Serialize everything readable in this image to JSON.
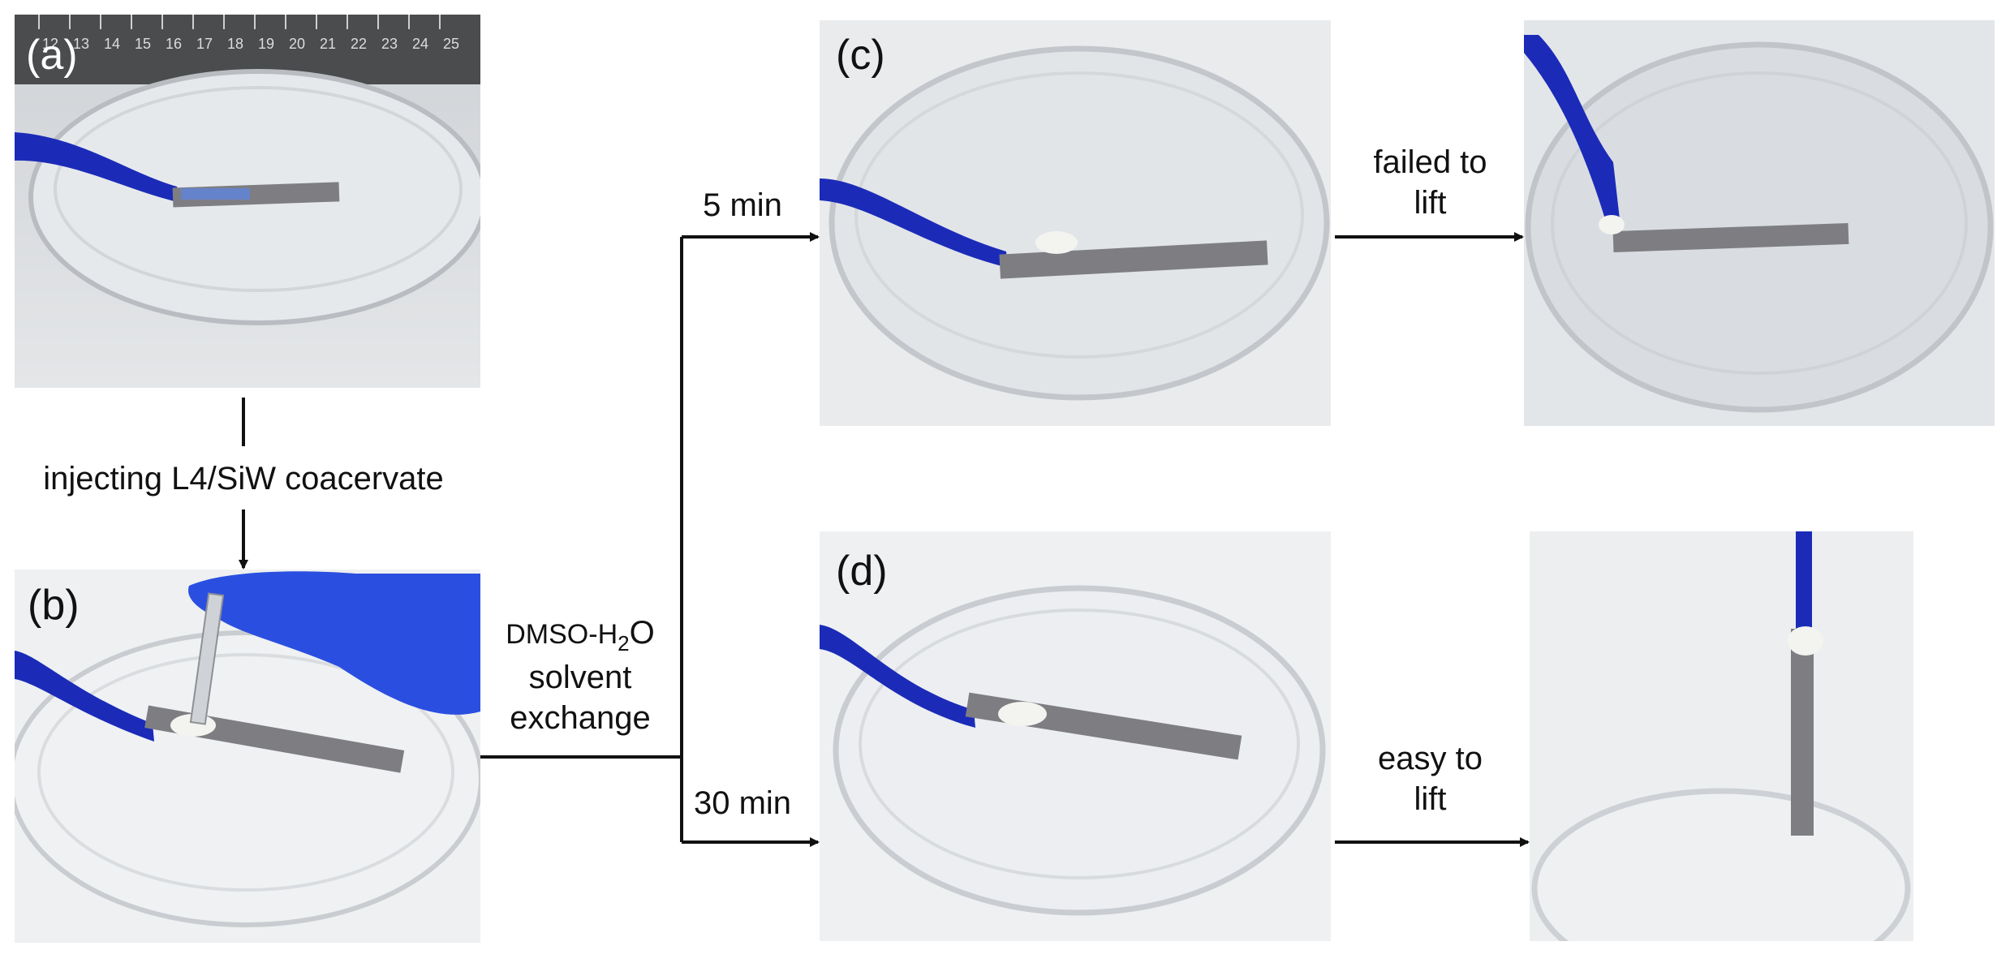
{
  "panels": {
    "a": {
      "label": "(a)"
    },
    "b": {
      "label": "(b)"
    },
    "c": {
      "label": "(c)"
    },
    "d": {
      "label": "(d)"
    }
  },
  "ruler_ticks": [
    "12",
    "13",
    "14",
    "15",
    "16",
    "17",
    "18",
    "19",
    "20",
    "21",
    "22",
    "23",
    "24",
    "25"
  ],
  "steps": {
    "inject": "injecting L4/SiW coacervate",
    "solvent_line1_prefix": "DMSO-H",
    "solvent_line1_sub": "2",
    "solvent_line1_suffix": "O",
    "solvent_line2": "solvent",
    "solvent_line3": "exchange",
    "short_time": "5 min",
    "long_time": "30 min",
    "fail_line1": "failed to",
    "fail_line2": "lift",
    "easy_line1": "easy to",
    "easy_line2": "lift"
  },
  "colors": {
    "tape_blue": "#1b2bb8",
    "glove_blue": "#2a4fe0",
    "steel": "#7e7e82",
    "glass_edge": "#c9ccd0",
    "coacervate": "#f3f3f0"
  }
}
